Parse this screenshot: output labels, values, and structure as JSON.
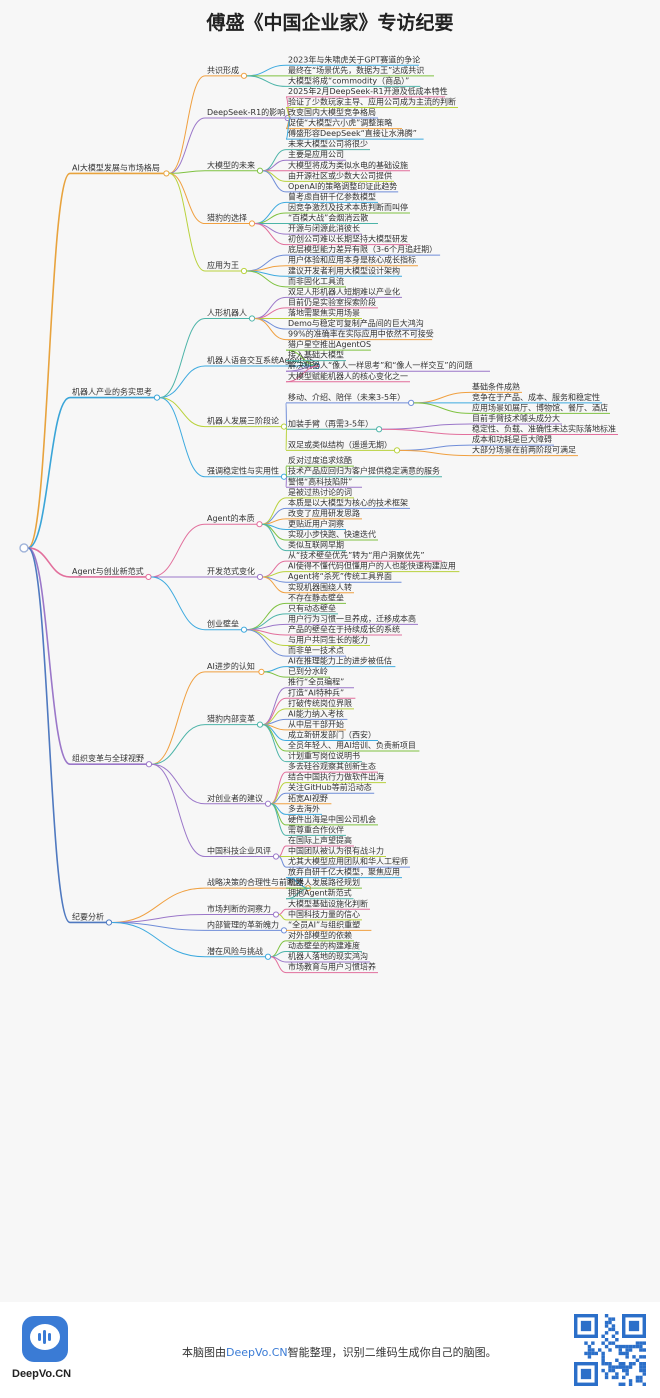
{
  "title": "傅盛《中国企业家》专访纪要",
  "colors": {
    "root": "#9fb3d9",
    "branches": [
      "#e8a33d",
      "#3aa5d8",
      "#e26f9c",
      "#9b77c9",
      "#4f79c0"
    ],
    "leaves": [
      "#f0a040",
      "#3daadf",
      "#7fc241",
      "#4cb4a8",
      "#9b77c9",
      "#e26f9c",
      "#b9d23c",
      "#6f8dd8"
    ]
  },
  "mindmap": [
    {
      "label": "AI大模型发展与市场格局",
      "children": [
        {
          "label": "共识形成",
          "children": [
            {
              "label": "2023年与朱啸虎关于GPT赛道的争论"
            },
            {
              "label": "最终在“场景优先，数据为王”达成共识"
            },
            {
              "label": "大模型将成“commodity（商品）”"
            }
          ]
        },
        {
          "label": "DeepSeek-R1的影响",
          "children": [
            {
              "label": "2025年2月DeepSeek-R1开源及低成本特性"
            },
            {
              "label": "验证了少数玩家主导、应用公司成为主流的判断"
            },
            {
              "label": "改变国内大模型竞争格局"
            },
            {
              "label": "促使“大模型六小虎”调整策略"
            },
            {
              "label": "傅盛形容DeepSeek“直接让水沸腾”"
            }
          ]
        },
        {
          "label": "大模型的未来",
          "children": [
            {
              "label": "未来大模型公司将很少"
            },
            {
              "label": "主要是应用公司"
            },
            {
              "label": "大模型将成为类似水电的基础设施"
            },
            {
              "label": "由开源社区或少数大公司提供"
            },
            {
              "label": "OpenAI的策略调整印证此趋势"
            }
          ]
        },
        {
          "label": "猎豹的选择",
          "children": [
            {
              "label": "曾考虑自研千亿参数模型"
            },
            {
              "label": "因竞争激烈及技术本质判断而叫停"
            },
            {
              "label": "“百模大战”会烟消云散"
            },
            {
              "label": "开源与闭源此消彼长"
            },
            {
              "label": "初创公司难以长期坚持大模型研发"
            }
          ]
        },
        {
          "label": "应用为王",
          "children": [
            {
              "label": "底层模型能力差异有限（3-6个月追赶期）"
            },
            {
              "label": "用户体验和应用本身是核心成长指标"
            },
            {
              "label": "建议开发者利用大模型设计架构"
            },
            {
              "label": "而非固化工具流"
            }
          ]
        }
      ]
    },
    {
      "label": "机器人产业的务实思考",
      "children": [
        {
          "label": "人形机器人",
          "children": [
            {
              "label": "双足人形机器人短期难以产业化"
            },
            {
              "label": "目前仍是实验室探索阶段"
            },
            {
              "label": "落地需聚焦实用场景"
            },
            {
              "label": "Demo与稳定可复制产品间的巨大鸿沟"
            },
            {
              "label": "99%的准确率在实际应用中依然不可接受"
            }
          ]
        },
        {
          "label": "机器人语音交互系统AgentOS",
          "children": [
            {
              "label": "猎户星空推出AgentOS"
            },
            {
              "label": "接入基础大模型"
            },
            {
              "label": "解决机器人“像人一样思考”和“像人一样交互”的问题"
            },
            {
              "label": "大模型赋能机器人的核心变化之一"
            }
          ]
        },
        {
          "label": "机器人发展三阶段论",
          "children": [
            {
              "label": "移动、介绍、陪伴（未来3-5年）",
              "children": [
                {
                  "label": "基础条件成熟"
                },
                {
                  "label": "竞争在于产品、成本、服务和稳定性"
                },
                {
                  "label": "应用场景如展厅、博物馆、餐厅、酒店"
                }
              ]
            },
            {
              "label": "加装手臂（再需3-5年）",
              "children": [
                {
                  "label": "目前手臂技术噱头成分大"
                },
                {
                  "label": "稳定性、负载、准确性未达实际落地标准"
                }
              ]
            },
            {
              "label": "双足或类似结构（遥遥无期）",
              "children": [
                {
                  "label": "成本和功耗是巨大障碍"
                },
                {
                  "label": "大部分场景在前两阶段可满足"
                }
              ]
            }
          ]
        },
        {
          "label": "强调稳定性与实用性",
          "children": [
            {
              "label": "反对过度追求炫酷"
            },
            {
              "label": "技术产品应回归为客户提供稳定满意的服务"
            },
            {
              "label": "警惕“高科技陷阱”"
            }
          ]
        }
      ]
    },
    {
      "label": "Agent与创业新范式",
      "children": [
        {
          "label": "Agent的本质",
          "children": [
            {
              "label": "是被过热讨论的词"
            },
            {
              "label": "本质是以大模型为核心的技术框架"
            },
            {
              "label": "改变了应用研发思路"
            },
            {
              "label": "更贴近用户洞察"
            },
            {
              "label": "实现小步快跑、快速迭代"
            },
            {
              "label": "类似互联网早期"
            }
          ]
        },
        {
          "label": "开发范式变化",
          "children": [
            {
              "label": "从“技术壁垒优先”转为“用户洞察优先”"
            },
            {
              "label": "AI使得不懂代码但懂用户的人也能快速构建应用"
            },
            {
              "label": "Agent将“杀死”传统工具界面"
            },
            {
              "label": "实现机器围绕人转"
            }
          ]
        },
        {
          "label": "创业壁垒",
          "children": [
            {
              "label": "不存在静态壁垒"
            },
            {
              "label": "只有动态壁垒"
            },
            {
              "label": "用户行为习惯一旦养成，迁移成本高"
            },
            {
              "label": "产品的壁垒在于持续成长的系统"
            },
            {
              "label": "与用户共同生长的能力"
            },
            {
              "label": "而非单一技术点"
            }
          ]
        }
      ]
    },
    {
      "label": "组织变革与全球视野",
      "children": [
        {
          "label": "AI进步的认知",
          "children": [
            {
              "label": "AI在推理能力上的进步被低估"
            },
            {
              "label": "已到分水岭"
            }
          ]
        },
        {
          "label": "猎豹内部变革",
          "children": [
            {
              "label": "推行“全员编程”"
            },
            {
              "label": "打造“AI特种兵”"
            },
            {
              "label": "打破传统岗位界限"
            },
            {
              "label": "AI能力纳入考核"
            },
            {
              "label": "从中层干部开始"
            },
            {
              "label": "成立新研发部门（西安）"
            },
            {
              "label": "全员年轻人、用AI培训、负责新项目"
            },
            {
              "label": "计划重写岗位说明书"
            }
          ]
        },
        {
          "label": "对创业者的建议",
          "children": [
            {
              "label": "多去硅谷观察其创新生态"
            },
            {
              "label": "结合中国执行力做软件出海"
            },
            {
              "label": "关注GitHub等前沿动态"
            },
            {
              "label": "拓宽AI视野"
            },
            {
              "label": "多去海外"
            },
            {
              "label": "硬件出海是中国公司机会"
            },
            {
              "label": "需尊重合作伙伴"
            }
          ]
        },
        {
          "label": "中国科技企业风评",
          "children": [
            {
              "label": "在国际上声望提高"
            },
            {
              "label": "中国团队被认为很有战斗力"
            },
            {
              "label": "尤其大模型应用团队和华人工程师"
            }
          ]
        }
      ]
    },
    {
      "label": "纪要分析",
      "children": [
        {
          "label": "战略决策的合理性与前瞻性",
          "children": [
            {
              "label": "放弃自研千亿大模型，聚焦应用"
            },
            {
              "label": "机器人发展路径规划"
            },
            {
              "label": "拥抱Agent新范式"
            }
          ]
        },
        {
          "label": "市场判断的洞察力",
          "children": [
            {
              "label": "大模型基础设施化判断"
            },
            {
              "label": "中国科技力量的信心"
            }
          ]
        },
        {
          "label": "内部管理的革新魄力",
          "children": [
            {
              "label": "“全员AI”与组织重塑"
            }
          ]
        },
        {
          "label": "潜在风险与挑战",
          "children": [
            {
              "label": "对外部模型的依赖"
            },
            {
              "label": "动态壁垒的构建难度"
            },
            {
              "label": "机器人落地的现实鸿沟"
            },
            {
              "label": "市场教育与用户习惯培养"
            }
          ]
        }
      ]
    }
  ],
  "footer": {
    "logo_text": "DeepVo.CN",
    "message_before": "本脑图由",
    "message_brand": "DeepVo.CN",
    "message_after": "智能整理，识别二维码生成你自己的脑图。"
  }
}
